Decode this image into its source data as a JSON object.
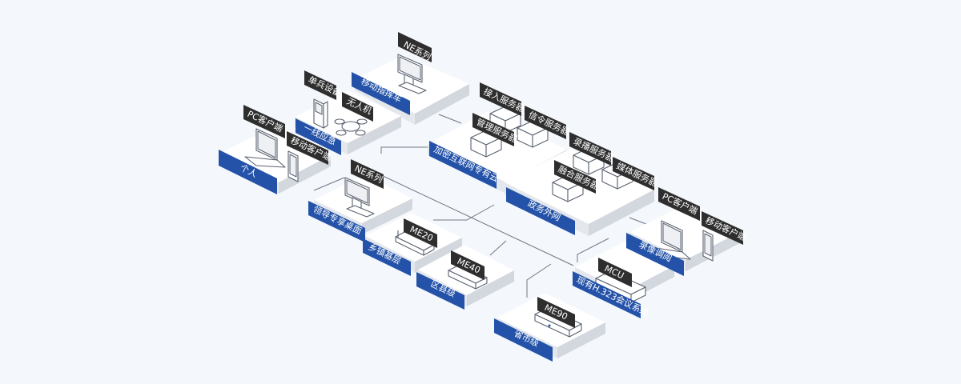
{
  "colors": {
    "background": "#f4f7fc",
    "platform_top": "#ffffff",
    "platform_left": "#e4e7ec",
    "platform_right": "#d3d7de",
    "label_blue": "#2352a8",
    "tag_dark": "#2e2e2e",
    "line": "#6f7784"
  },
  "platforms": {
    "mobile_command": {
      "label": "移动指挥车",
      "tag": "NE系列"
    },
    "frontline": {
      "label": "一线应急",
      "tags": [
        "单兵设备",
        "无人机"
      ]
    },
    "personal": {
      "label": "个人",
      "tags": [
        "PC客户端",
        "移动客户端"
      ]
    },
    "encrypted_cloud": {
      "label": "加密互联网专有云",
      "tags": [
        "接入服务器",
        "信令服务器",
        "管理服务器"
      ]
    },
    "gov_extranet": {
      "label": "政务外网",
      "tags": [
        "录播服务器",
        "媒体服务器",
        "融合服务器"
      ]
    },
    "leader_desktop": {
      "label": "领导专享桌面",
      "tag": "NE系列"
    },
    "township": {
      "label": "乡镇基层",
      "tag": "ME20"
    },
    "county": {
      "label": "区县级",
      "tag": "ME40"
    },
    "province_city": {
      "label": "省市级",
      "tag": "ME90"
    },
    "h323": {
      "label": "现有H.323会议系统",
      "tag": "MCU"
    },
    "recording_review": {
      "label": "录像调阅",
      "tags": [
        "PC客户端",
        "移动客户端"
      ]
    }
  }
}
